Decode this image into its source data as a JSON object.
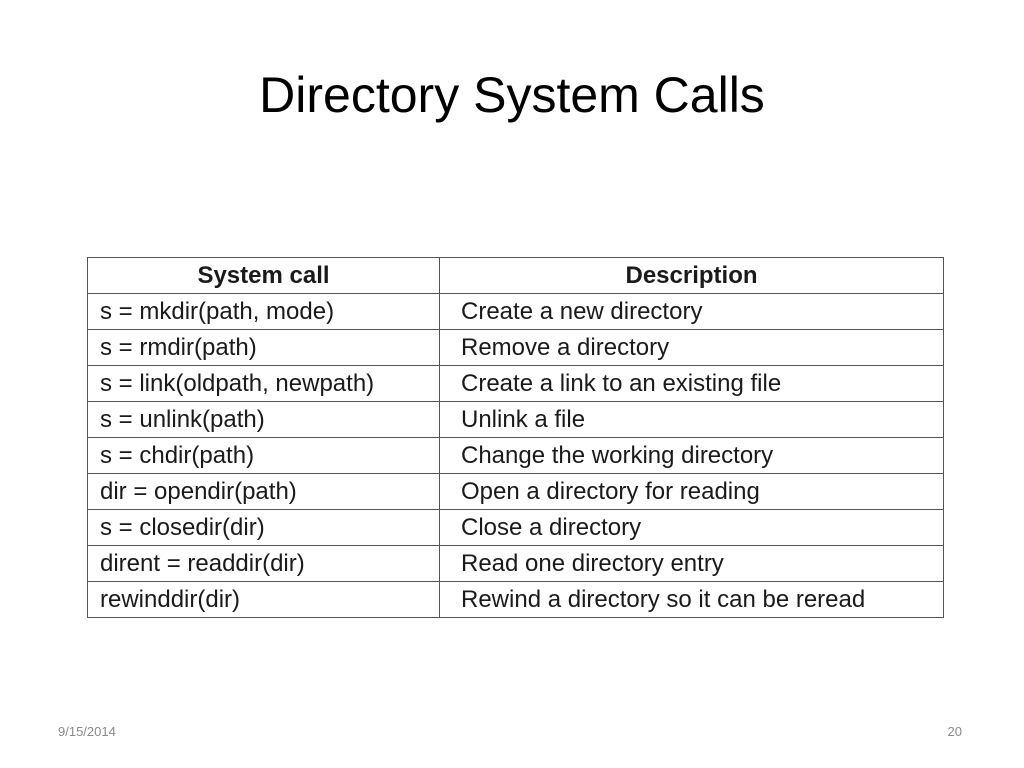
{
  "slide": {
    "title": "Directory System Calls",
    "footer": {
      "date": "9/15/2014",
      "page_number": "20"
    }
  },
  "table": {
    "headers": [
      "System call",
      "Description"
    ],
    "rows": [
      {
        "call": "s = mkdir(path, mode)",
        "description": "Create a new directory"
      },
      {
        "call": "s = rmdir(path)",
        "description": "Remove a directory"
      },
      {
        "call": "s = link(oldpath, newpath)",
        "description": "Create a link to an existing file"
      },
      {
        "call": "s = unlink(path)",
        "description": "Unlink a file"
      },
      {
        "call": "s = chdir(path)",
        "description": "Change the working directory"
      },
      {
        "call": "dir = opendir(path)",
        "description": "Open a directory for reading"
      },
      {
        "call": "s = closedir(dir)",
        "description": "Close a directory"
      },
      {
        "call": "dirent = readdir(dir)",
        "description": "Read one directory entry"
      },
      {
        "call": "rewinddir(dir)",
        "description": "Rewind a directory so it can be reread"
      }
    ]
  }
}
